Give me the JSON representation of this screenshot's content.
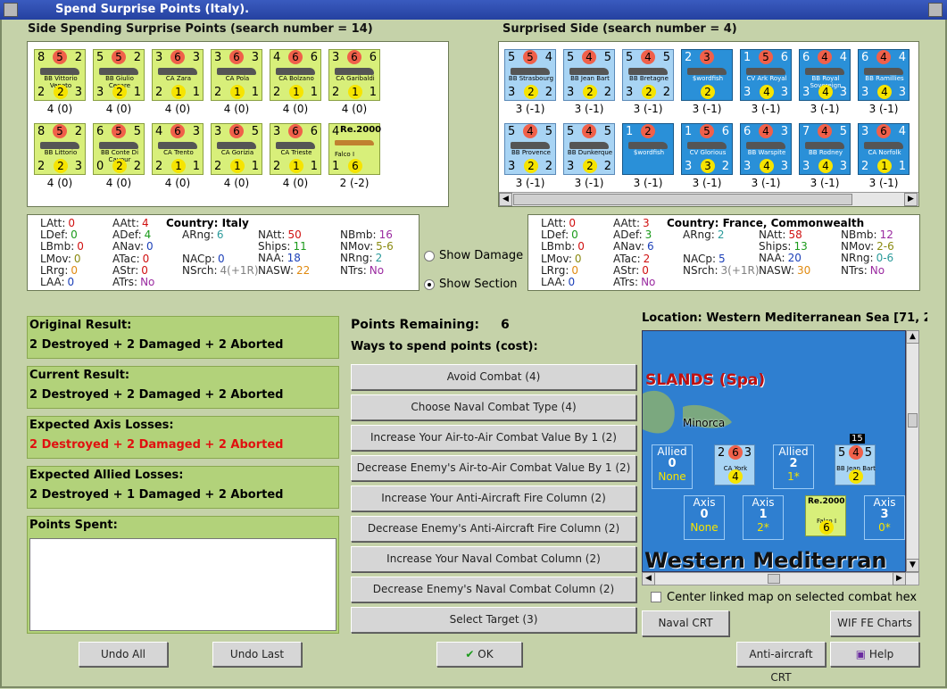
{
  "window": {
    "title": "Spend Surprise Points (Italy)."
  },
  "spending": {
    "heading": "Side Spending Surprise Points (search number = 14)",
    "row1": [
      {
        "t": "8",
        "r": "5",
        "s": "2",
        "name": "BB Vittorio Veneto",
        "b1": "2",
        "b2": "2",
        "b3": "3",
        "val": "4 (0)"
      },
      {
        "t": "5",
        "r": "5",
        "s": "2",
        "name": "BB Giulio Cesare",
        "b1": "3",
        "b2": "2",
        "b3": "1",
        "val": "4 (0)"
      },
      {
        "t": "3",
        "r": "6",
        "s": "3",
        "name": "CA Zara",
        "b1": "2",
        "b2": "1",
        "b3": "1",
        "val": "4 (0)"
      },
      {
        "t": "3",
        "r": "6",
        "s": "3",
        "name": "CA Pola",
        "b1": "2",
        "b2": "1",
        "b3": "1",
        "val": "4 (0)"
      },
      {
        "t": "4",
        "r": "6",
        "s": "6",
        "name": "CA Bolzano",
        "b1": "2",
        "b2": "1",
        "b3": "1",
        "val": "4 (0)"
      },
      {
        "t": "3",
        "r": "6",
        "s": "6",
        "name": "CA Garibaldi",
        "b1": "2",
        "b2": "1",
        "b3": "1",
        "val": "4 (0)"
      }
    ],
    "row2": [
      {
        "t": "8",
        "r": "5",
        "s": "2",
        "name": "BB Littorio",
        "b1": "2",
        "b2": "2",
        "b3": "3",
        "val": "4 (0)"
      },
      {
        "t": "6",
        "r": "5",
        "s": "5",
        "name": "BB Conte Di Cavour",
        "b1": "0",
        "b2": "2",
        "b3": "2",
        "val": "4 (0)"
      },
      {
        "t": "4",
        "r": "6",
        "s": "3",
        "name": "CA Trento",
        "b1": "2",
        "b2": "1",
        "b3": "1",
        "val": "4 (0)"
      },
      {
        "t": "3",
        "r": "6",
        "s": "5",
        "name": "CA Gorizia",
        "b1": "2",
        "b2": "1",
        "b3": "1",
        "val": "4 (0)"
      },
      {
        "t": "3",
        "r": "6",
        "s": "6",
        "name": "CA Trieste",
        "b1": "2",
        "b2": "1",
        "b3": "1",
        "val": "4 (0)"
      }
    ],
    "air": {
      "title": "Re.2000",
      "t": "4",
      "name": "Falco I",
      "b1": "1",
      "b2": "6",
      "val": "2 (-2)"
    }
  },
  "surprised": {
    "heading": "Surprised Side (search number = 4)",
    "row1": [
      {
        "t": "5",
        "r": "5",
        "s": "4",
        "name": "BB Strasbourg",
        "b1": "3",
        "b2": "2",
        "b3": "2",
        "val": "3 (-1)"
      },
      {
        "t": "5",
        "r": "4",
        "s": "5",
        "name": "BB Jean Bart",
        "b1": "3",
        "b2": "2",
        "b3": "2",
        "val": "3 (-1)"
      },
      {
        "t": "5",
        "r": "4",
        "s": "5",
        "name": "BB Bretagne",
        "b1": "3",
        "b2": "2",
        "b3": "2",
        "val": "3 (-1)"
      },
      {
        "t": "2",
        "r": "3",
        "s": "",
        "name": "$wordfish",
        "b1": "",
        "b2": "2",
        "b3": "",
        "val": "3 (-1)"
      },
      {
        "t": "1",
        "r": "5",
        "s": "6",
        "name": "CV Ark Royal",
        "b1": "3",
        "b2": "4",
        "b3": "3",
        "val": "3 (-1)"
      },
      {
        "t": "6",
        "r": "4",
        "s": "4",
        "name": "BB Royal Sovereign",
        "b1": "3",
        "b2": "4",
        "b3": "3",
        "val": "3 (-1)"
      },
      {
        "t": "6",
        "r": "4",
        "s": "4",
        "name": "BB Ramillies",
        "b1": "3",
        "b2": "4",
        "b3": "3",
        "val": "3 (-1)"
      }
    ],
    "row2": [
      {
        "t": "5",
        "r": "4",
        "s": "5",
        "name": "BB Provence",
        "b1": "3",
        "b2": "2",
        "b3": "2",
        "val": "3 (-1)"
      },
      {
        "t": "5",
        "r": "4",
        "s": "5",
        "name": "BB Dunkerque",
        "b1": "3",
        "b2": "2",
        "b3": "2",
        "val": "3 (-1)"
      },
      {
        "t": "1",
        "r": "2",
        "s": "",
        "name": "$wordfish",
        "b1": "",
        "b2": "",
        "b3": "",
        "val": "3 (-1)"
      },
      {
        "t": "1",
        "r": "5",
        "s": "6",
        "name": "CV Glorious",
        "b1": "3",
        "b2": "3",
        "b3": "2",
        "val": "3 (-1)"
      },
      {
        "t": "6",
        "r": "4",
        "s": "3",
        "name": "BB Warspite",
        "b1": "3",
        "b2": "4",
        "b3": "3",
        "val": "3 (-1)"
      },
      {
        "t": "7",
        "r": "4",
        "s": "5",
        "name": "BB Rodney",
        "b1": "3",
        "b2": "4",
        "b3": "3",
        "val": "3 (-1)"
      },
      {
        "t": "3",
        "r": "6",
        "s": "4",
        "name": "CA Norfolk",
        "b1": "2",
        "b2": "1",
        "b3": "1",
        "val": "3 (-1)"
      }
    ]
  },
  "stats_left": {
    "latt": "0",
    "ldef": "0",
    "lbmb": "0",
    "lmov": "0",
    "lrrg": "0",
    "laa": "0",
    "aatt": "4",
    "adef": "4",
    "anav": "0",
    "atac": "0",
    "astr": "0",
    "atrs": "No",
    "country_label": "Country:",
    "country": "Italy",
    "arng": "6",
    "nacp": "0",
    "nsrch": "4(+1R)",
    "natt": "50",
    "ships": "11",
    "naa": "18",
    "nasw": "22",
    "nbmb": "16",
    "nmov": "5-6",
    "nrng": "2",
    "ntrs": "No"
  },
  "stats_right": {
    "latt": "0",
    "ldef": "0",
    "lbmb": "0",
    "lmov": "0",
    "lrrg": "0",
    "laa": "0",
    "aatt": "3",
    "adef": "3",
    "anav": "6",
    "atac": "2",
    "astr": "0",
    "atrs": "No",
    "country_label": "Country:",
    "country": "France, Commonwealth",
    "arng": "2",
    "nacp": "5",
    "nsrch": "3(+1R)",
    "natt": "58",
    "ships": "13",
    "naa": "20",
    "nasw": "30",
    "nbmb": "12",
    "nmov": "2-6",
    "nrng": "0-6",
    "ntrs": "No"
  },
  "labels": {
    "latt": "LAtt:",
    "ldef": "LDef:",
    "lbmb": "LBmb:",
    "lmov": "LMov:",
    "lrrg": "LRrg:",
    "laa": "LAA:",
    "aatt": "AAtt:",
    "adef": "ADef:",
    "anav": "ANav:",
    "atac": "ATac:",
    "astr": "AStr:",
    "atrs": "ATrs:",
    "arng": "ARng:",
    "nacp": "NACp:",
    "nsrch": "NSrch:",
    "natt": "NAtt:",
    "ships": "Ships:",
    "naa": "NAA:",
    "nasw": "NASW:",
    "nbmb": "NBmb:",
    "nmov": "NMov:",
    "nrng": "NRng:",
    "ntrs": "NTrs:"
  },
  "options": {
    "show_damage": "Show Damage",
    "show_section": "Show Section"
  },
  "results": {
    "original_h": "Original Result:",
    "original_v": "2 Destroyed + 2 Damaged + 2 Aborted",
    "current_h": "Current Result:",
    "current_v": "2 Destroyed + 2 Damaged + 2 Aborted",
    "axis_h": "Expected Axis Losses:",
    "axis_v": "2 Destroyed + 2 Damaged + 2 Aborted",
    "allied_h": "Expected Allied Losses:",
    "allied_v": "2 Destroyed + 1 Damaged + 2 Aborted",
    "spent_h": "Points Spent:"
  },
  "points": {
    "remaining_label": "Points Remaining:",
    "remaining": "6",
    "ways": "Ways to spend points (cost):"
  },
  "spend_buttons": [
    "Avoid Combat (4)",
    "Choose Naval Combat Type (4)",
    "Increase Your Air-to-Air Combat Value By 1 (2)",
    "Decrease Enemy's Air-to-Air Combat Value By 1 (2)",
    "Increase Your Anti-Aircraft Fire Column (2)",
    "Decrease Enemy's Anti-Aircraft Fire Column (2)",
    "Increase Your Naval Combat Column (2)",
    "Decrease Enemy's Naval Combat Column (2)",
    "Select Target (3)"
  ],
  "map": {
    "location": "Location: Western Mediterranean Sea [71, 2",
    "islands": "SLANDS (Spa)",
    "minorca": "Minorca",
    "sea": "Western Mediterran",
    "allied1": {
      "h": "Allied",
      "n": "0",
      "s": "None"
    },
    "allied2": {
      "h": "Allied",
      "n": "2",
      "s": "1*"
    },
    "axis1": {
      "h": "Axis",
      "n": "0",
      "s": "None"
    },
    "axis2": {
      "h": "Axis",
      "n": "1",
      "s": "2*"
    },
    "axis3": {
      "h": "Axis",
      "n": "3",
      "s": "0*"
    },
    "stack": "15",
    "york": "CA York",
    "jeanbart": "BB Jean Bart",
    "falco": "Falco I",
    "re2000": "Re.2000",
    "center": "Center linked map on selected combat hex"
  },
  "buttons": {
    "undo_all": "Undo All",
    "undo_last": "Undo Last",
    "ok": "OK",
    "naval_crt": "Naval CRT",
    "aa_crt": "Anti-aircraft CRT",
    "wif_charts": "WIF FE Charts",
    "help": "Help"
  },
  "colors": {
    "title": "#2541a0",
    "axis_counter": "#d8ef7a",
    "allied_counter": "#a8d4f4",
    "allied_dark": "#2a90d8",
    "green_box": "#b2d27a",
    "sea": "#2f7fd0"
  }
}
